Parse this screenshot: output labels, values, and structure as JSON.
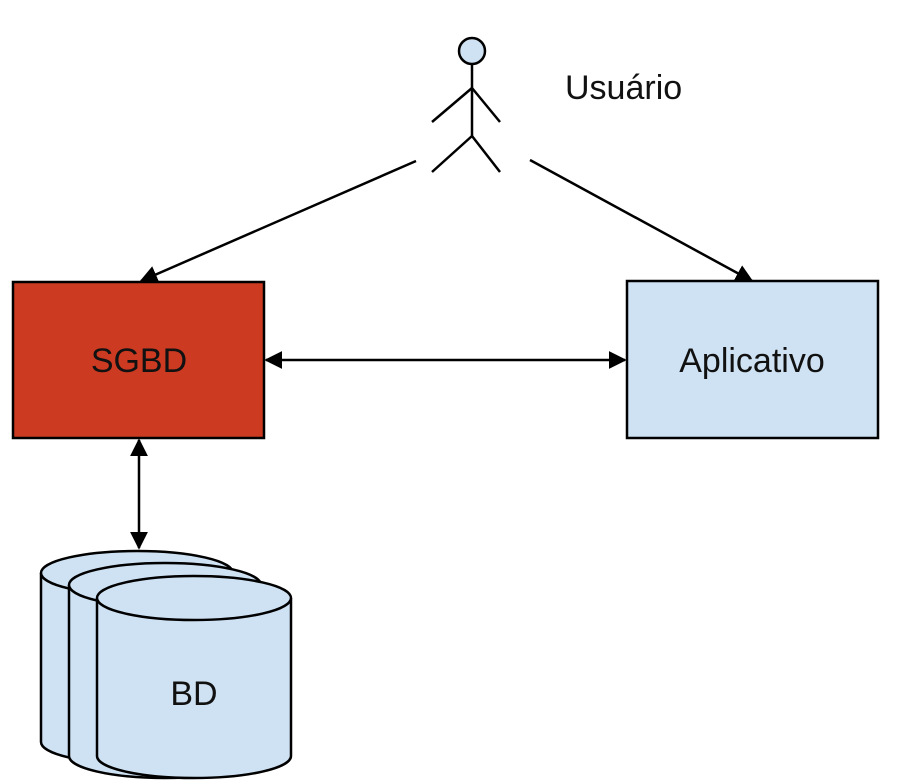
{
  "nodes": {
    "actor": {
      "label": "Usuário"
    },
    "sgbd": {
      "label": "SGBD"
    },
    "app": {
      "label": "Aplicativo"
    },
    "db": {
      "label": "BD"
    }
  },
  "colors": {
    "sgbd_fill": "#cc3a22",
    "light_blue_fill": "#cfe2f3",
    "stroke": "#000000"
  }
}
